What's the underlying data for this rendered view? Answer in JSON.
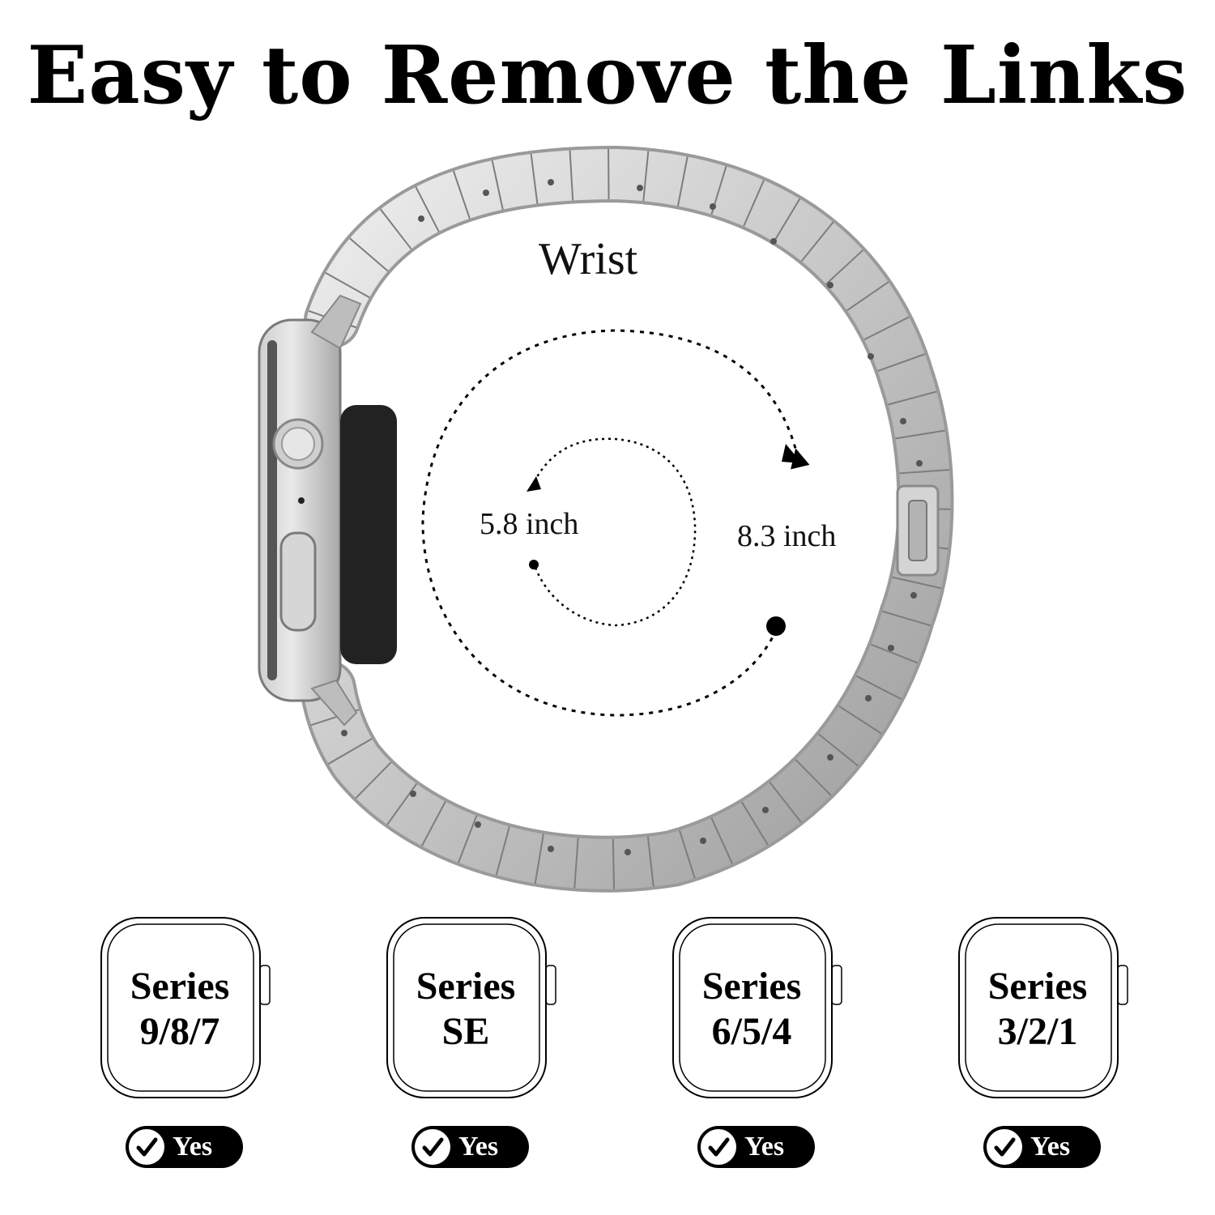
{
  "title": "Easy to Remove the Links",
  "illustration": {
    "wrist_label": "Wrist",
    "min_size": "5.8 inch",
    "max_size": "8.3 inch"
  },
  "compatibility": [
    {
      "line1": "Series",
      "line2": "9/8/7",
      "status": "Yes"
    },
    {
      "line1": "Series",
      "line2": "SE",
      "status": "Yes"
    },
    {
      "line1": "Series",
      "line2": "6/5/4",
      "status": "Yes"
    },
    {
      "line1": "Series",
      "line2": "3/2/1",
      "status": "Yes"
    }
  ],
  "colors": {
    "metal": "#c9c9c9",
    "metal_dark": "#8e8e8e",
    "ink": "#000000"
  },
  "icons": [
    "watch-band-illustration",
    "check-icon",
    "watch-outline-icon"
  ]
}
